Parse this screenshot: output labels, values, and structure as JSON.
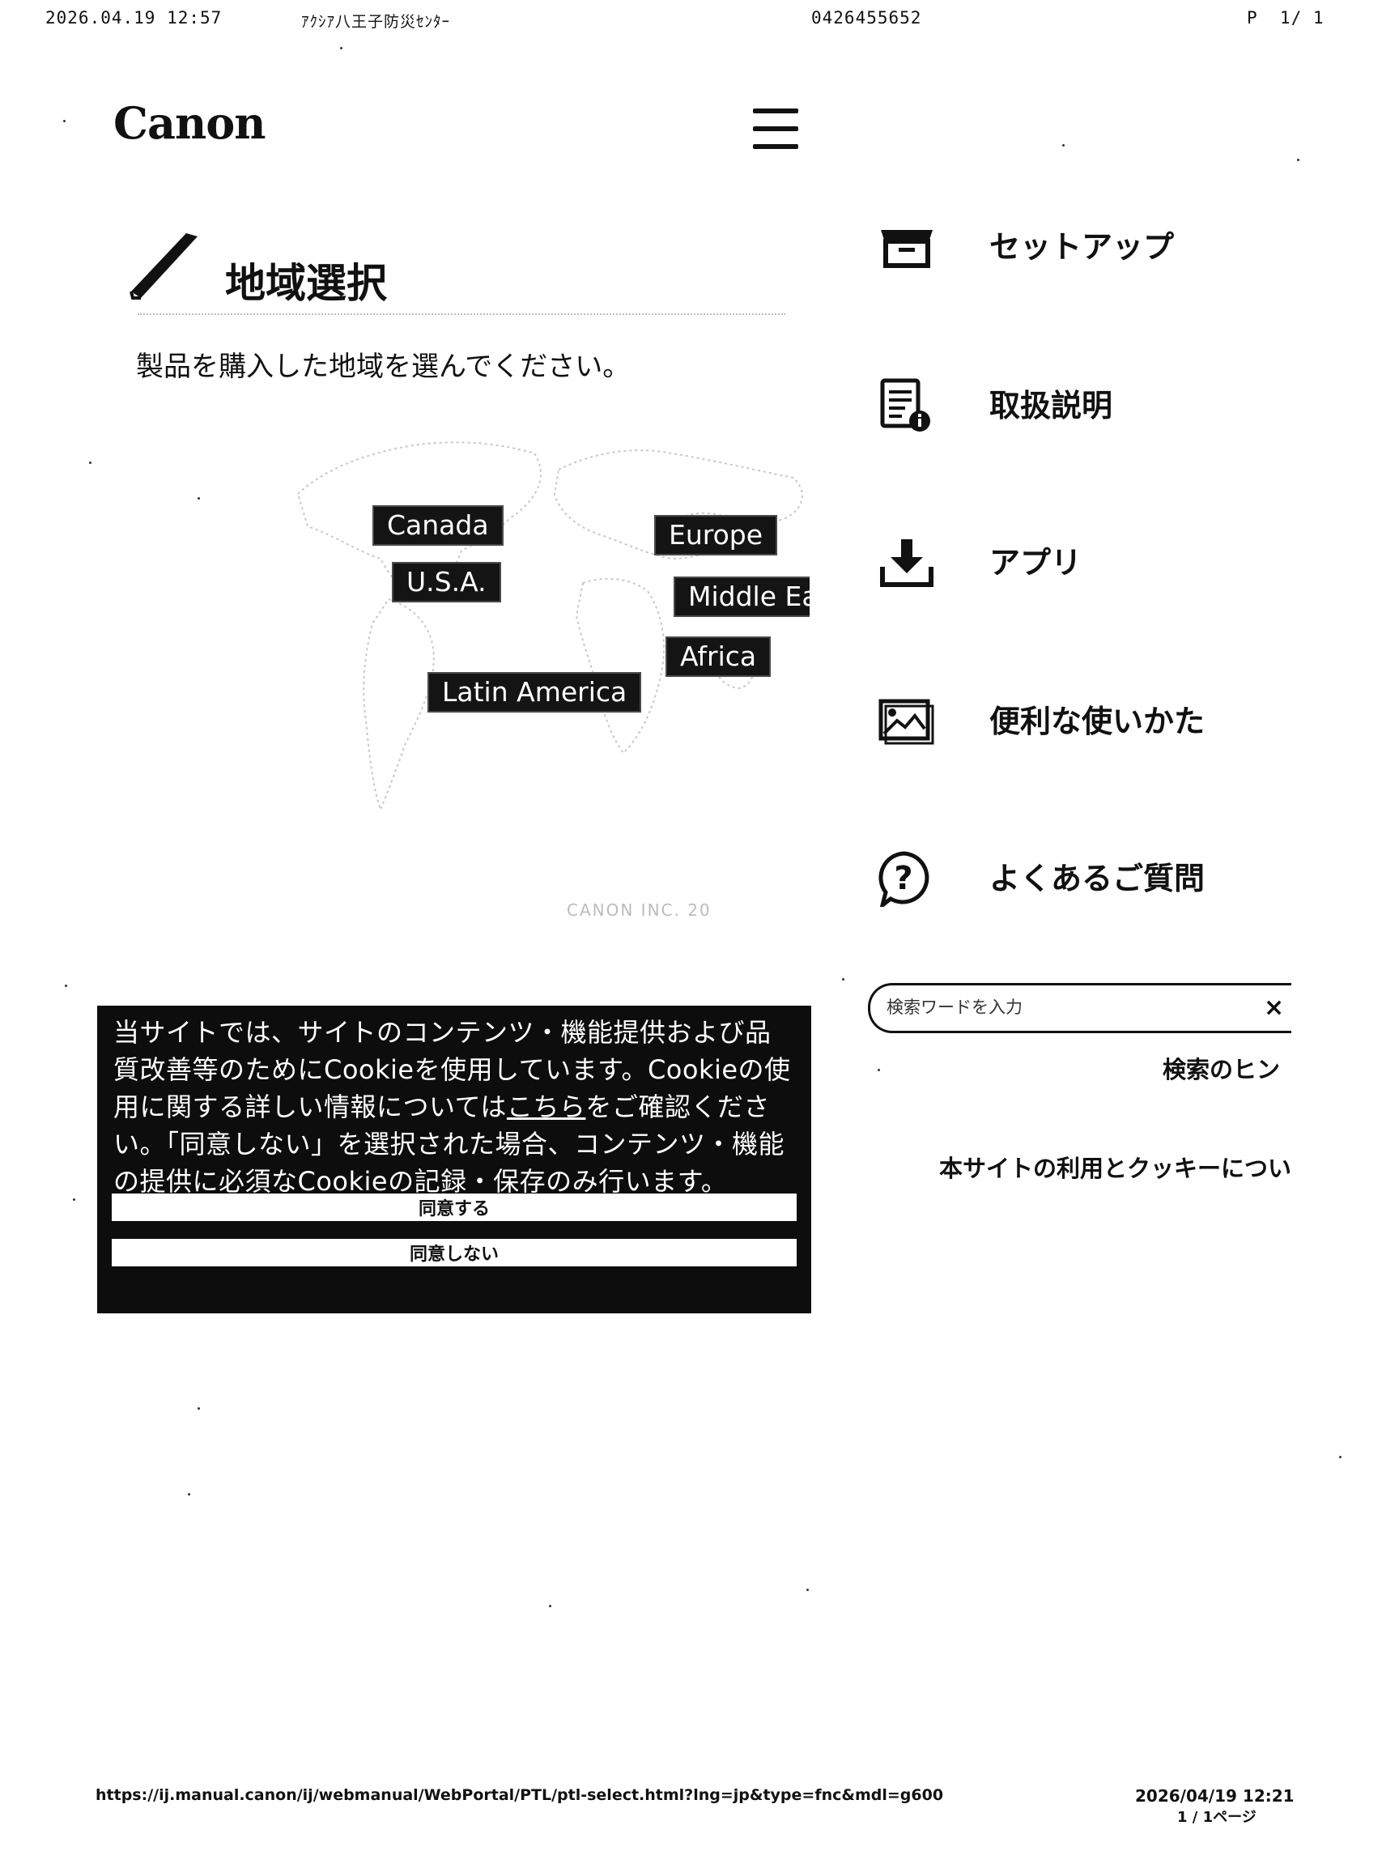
{
  "fax_header": {
    "datetime": "2026.04.19 12:57",
    "sender": "ｱｸｼｱ八王子防災ｾﾝﾀｰ",
    "phone": "0426455652",
    "page": "P  1/ 1"
  },
  "header": {
    "logo": "Canon"
  },
  "main": {
    "title": "地域選択",
    "subtitle": "製品を購入した地域を選んでください。",
    "map_caption": "CANON INC. 20",
    "regions": [
      {
        "label": "Canada"
      },
      {
        "label": "U.S.A."
      },
      {
        "label": "Europe"
      },
      {
        "label": "Middle Ea"
      },
      {
        "label": "Africa"
      },
      {
        "label": "Latin America"
      }
    ]
  },
  "menu": {
    "items": [
      {
        "label": "セットアップ",
        "icon": "setup-box-icon"
      },
      {
        "label": "取扱説明",
        "icon": "manual-document-icon"
      },
      {
        "label": "アプリ",
        "icon": "download-icon"
      },
      {
        "label": "便利な使いかた",
        "icon": "photo-icon"
      },
      {
        "label": "よくあるご質問",
        "icon": "question-icon"
      }
    ]
  },
  "search": {
    "placeholder": "検索ワードを入力",
    "clear_label": "×",
    "hint": "検索のヒン"
  },
  "cookie_link": "本サイトの利用とクッキーについ",
  "cookie_banner": {
    "text_before": "当サイトでは、サイトのコンテンツ・機能提供および品質改善等のためにCookieを使用しています。Cookieの使用に関する詳しい情報については",
    "link": "こちら",
    "text_after": "をご確認ください。「同意しない」を選択された場合、コンテンツ・機能の提供に必須なCookieの記録・保存のみ行います。",
    "agree": "同意する",
    "disagree": "同意しない"
  },
  "footer": {
    "url": "https://ij.manual.canon/ij/webmanual/WebPortal/PTL/ptl-select.html?lng=jp&type=fnc&mdl=g600",
    "datetime": "2026/04/19 12:21",
    "page": "1 / 1ページ"
  }
}
